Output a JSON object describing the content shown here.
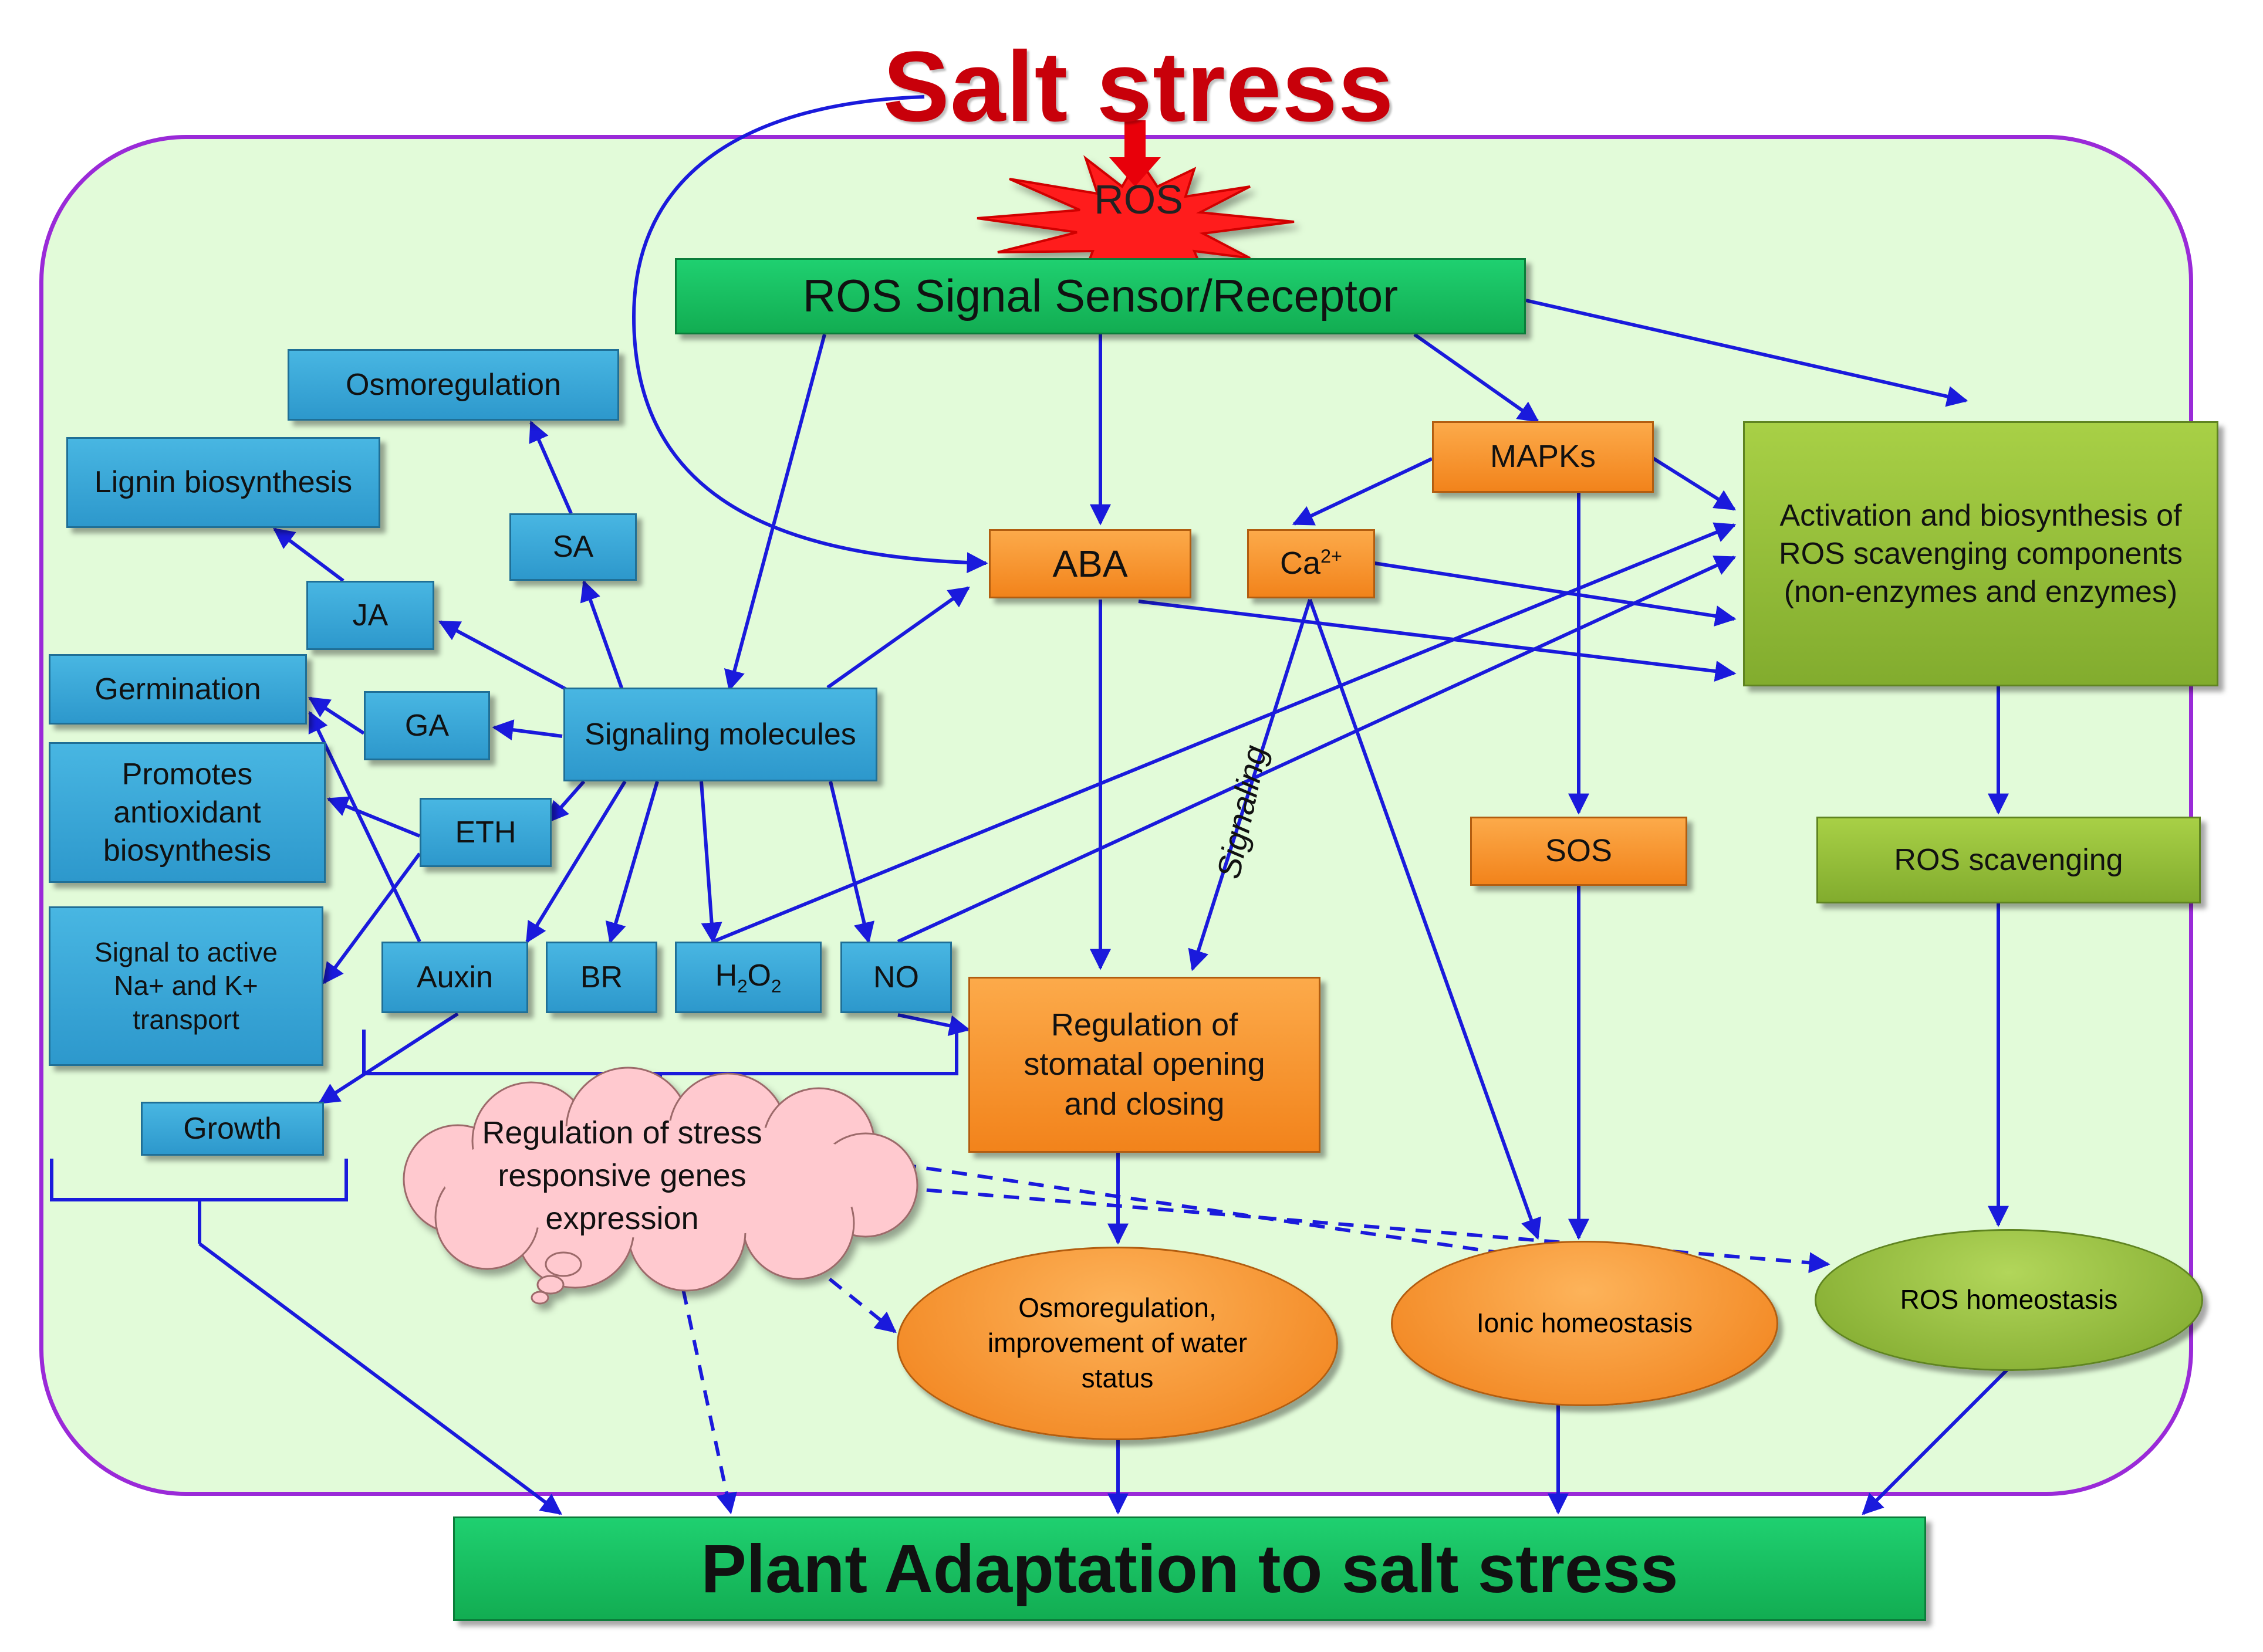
{
  "title": "Salt stress",
  "ros": "ROS",
  "sensor": "ROS Signal Sensor/Receptor",
  "signaling_label": "Signaling",
  "blue_boxes": {
    "osmoregulation": "Osmoregulation",
    "lignin": "Lignin biosynthesis",
    "sa": "SA",
    "ja": "JA",
    "germination": "Germination",
    "ga": "GA",
    "promotes_antioxidant": "Promotes antioxidant biosynthesis",
    "eth": "ETH",
    "signal_transport": "Signal to active Na+ and K+ transport",
    "auxin": "Auxin",
    "br": "BR",
    "h2o2_base": "H",
    "h2o2_sub1": "2",
    "h2o2_mid": "O",
    "h2o2_sub2": "2",
    "no": "NO",
    "growth": "Growth",
    "signaling_molecules": "Signaling molecules"
  },
  "orange_boxes": {
    "aba": "ABA",
    "ca_base": "Ca",
    "ca_sup": "2+",
    "mapks": "MAPKs",
    "sos": "SOS",
    "stomatal": "Regulation of stomatal opening and closing"
  },
  "lime_boxes": {
    "activation": "Activation and biosynthesis of ROS scavenging components (non-enzymes and enzymes)",
    "ros_scavenging": "ROS scavenging"
  },
  "cloud": "Regulation of stress responsive genes expression",
  "ovals": {
    "osmo_water": "Osmoregulation, improvement of water status",
    "ionic": "Ionic homeostasis",
    "ros_homeostasis": "ROS homeostasis"
  },
  "bottom": "Plant Adaptation to salt stress",
  "colors": {
    "arrow": "#1a1adc",
    "frame": "#9a2ad8",
    "frame_fill": "#e2fbd9",
    "title": "#c8000a",
    "burst": "#ff1a1a"
  }
}
